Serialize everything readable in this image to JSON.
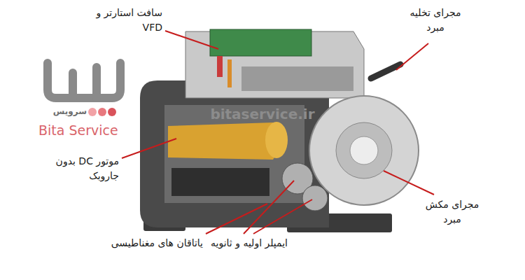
{
  "diagram": {
    "labels": [
      "سافت استارتر و VFD",
      "مجرای تخلیه مبرد",
      "bitaservice.ir",
      "سرویس",
      "Bita Service",
      "موتور DC بدون جاروبک",
      "مجرای مکش مبرد",
      "یاتاقان های مغناطیسی",
      "ایمپلر اولیه و ثانویه"
    ]
  }
}
